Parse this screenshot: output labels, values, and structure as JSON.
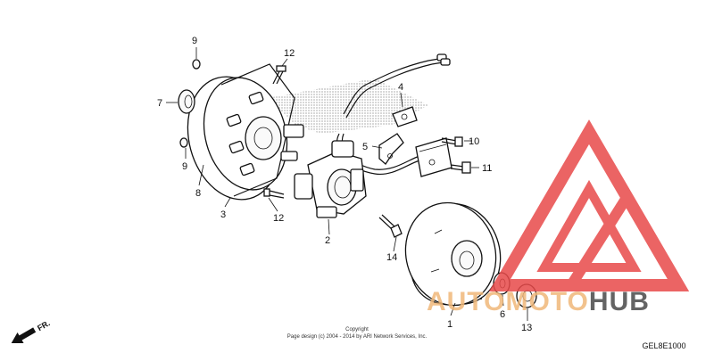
{
  "diagram": {
    "callouts": [
      "1",
      "2",
      "3",
      "4",
      "5",
      "6",
      "7",
      "8",
      "9",
      "9",
      "10",
      "11",
      "12",
      "12",
      "13",
      "14"
    ],
    "direction_label": "FR.",
    "copyright_line1": "Copyright",
    "copyright_line2": "Page design (c) 2004 - 2014 by ARI Network Services, Inc.",
    "diagram_code": "GEL8E1000"
  },
  "watermark": {
    "brand_part1": "AUTO",
    "brand_part2": "MOTO",
    "brand_part3": "HUB",
    "logo_color": "#e84a4a",
    "text_color": "#f0b87a",
    "hub_color": "#4a4a4a"
  }
}
